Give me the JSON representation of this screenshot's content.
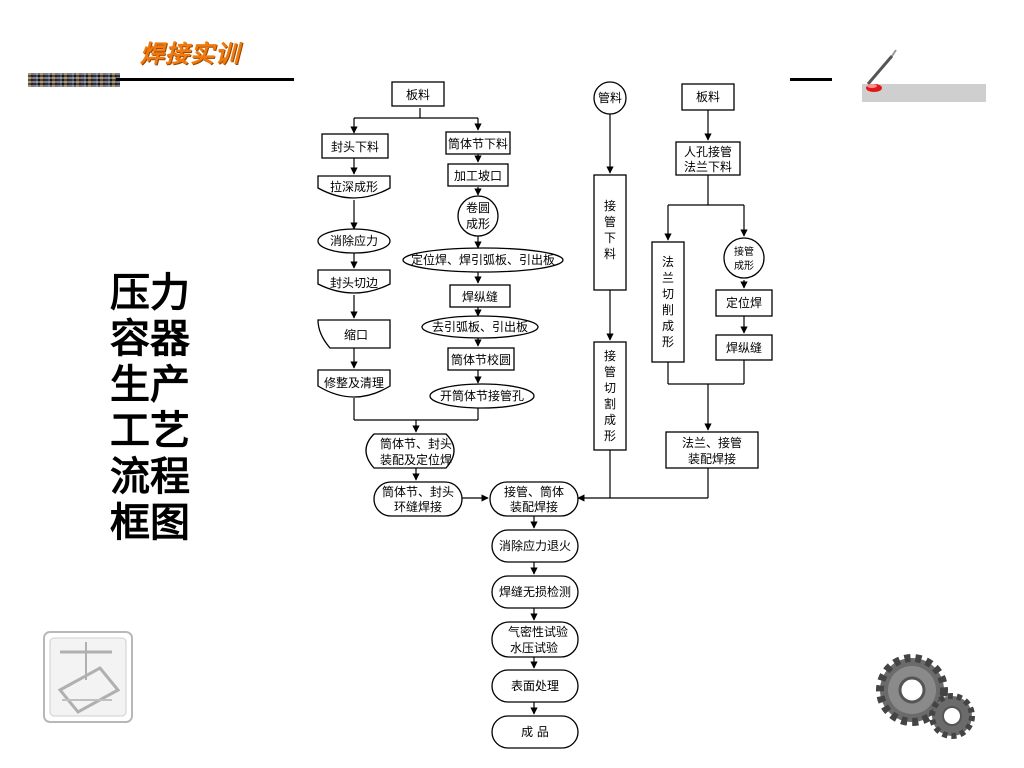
{
  "header": {
    "title": "焊接实训"
  },
  "side_title_lines": [
    "压力",
    "容器",
    "生产",
    "工艺",
    "流程",
    "框图"
  ],
  "flow": {
    "col1": {
      "sheet": "板料",
      "head_blank": "封头下料",
      "deep_draw": "拉深成形",
      "stress_relief": "消除应力",
      "head_trim": "封头切边",
      "necking": "缩口",
      "trim_clean": "修整及清理"
    },
    "col2": {
      "shell_blank": "筒体节下料",
      "bevel": "加工坡口",
      "roll_1": "卷圆",
      "roll_2": "成形",
      "tack_weld": "定位焊、焊引弧板、引出板",
      "long_seam": "焊纵缝",
      "remove_tabs": "去引弧板、引出板",
      "round_correct": "筒体节校圆",
      "nozzle_hole": "开筒体节接管孔"
    },
    "col3": {
      "pipe": "管料",
      "pipe_blank": "接\n管\n下\n料",
      "pipe_cut": "接\n管\n切\n割\n成\n形"
    },
    "col4": {
      "sheet": "板料",
      "manhole_1": "人孔接管",
      "manhole_2": "法兰下料",
      "flange_cut": "法\n兰\n切\n削\n成\n形",
      "nozzle_form_1": "接管",
      "nozzle_form_2": "成形",
      "tack": "定位焊",
      "long_seam": "焊纵缝",
      "assembly_1": "法兰、接管",
      "assembly_2": "装配焊接"
    },
    "merge": {
      "assemble_1": "筒体节、封头",
      "assemble_2": "装配及定位焊",
      "circ_1": "筒体节、封头",
      "circ_2": "环缝焊接",
      "nozzle_1": "接管、筒体",
      "nozzle_2": "装配焊接",
      "anneal": "消除应力退火",
      "ndt": "焊缝无损检测",
      "test_1": "气密性试验",
      "test_2": "水压试验",
      "surface": "表面处理",
      "product": "成   品"
    }
  },
  "icons": {
    "tool": "welding-torch-icon",
    "crane": "crane-beam-icon",
    "gears": "gears-icon"
  },
  "colors": {
    "title_orange": "#f07a10",
    "bar_grey": "#cfcfcf",
    "gear": "#6b6b6b"
  }
}
